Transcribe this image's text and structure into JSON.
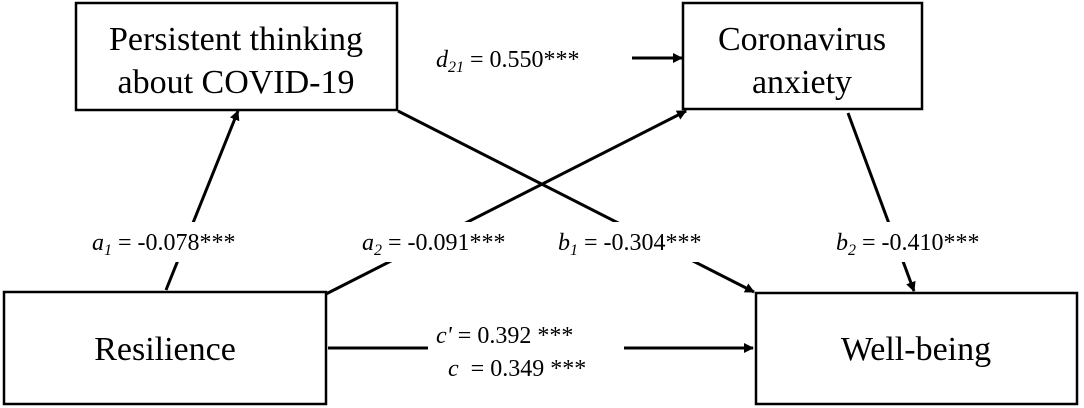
{
  "nodes": {
    "persistent": {
      "line1": "Persistent thinking",
      "line2": "about COVID-19"
    },
    "anxiety": {
      "line1": "Coronavirus",
      "line2": "anxiety"
    },
    "resilience": {
      "label": "Resilience"
    },
    "wellbeing": {
      "label": "Well-being"
    }
  },
  "paths": {
    "d21": {
      "symbol": "d",
      "sub": "21",
      "eq": " = ",
      "value": "0.550***"
    },
    "a1": {
      "symbol": "a",
      "sub": "1",
      "eq": " = ",
      "value": "-0.078***"
    },
    "a2": {
      "symbol": "a",
      "sub": "2",
      "eq": " = ",
      "value": "-0.091***"
    },
    "b1": {
      "symbol": "b",
      "sub": "1",
      "eq": " = ",
      "value": "-0.304***"
    },
    "b2": {
      "symbol": "b",
      "sub": "2",
      "eq": " = ",
      "value": "-0.410***"
    },
    "c_prime": {
      "symbol": "c'",
      "eq": " = ",
      "value": "0.392 ***"
    },
    "c": {
      "symbol": "c",
      "eq": "  = ",
      "value": "0.349 ***"
    }
  }
}
